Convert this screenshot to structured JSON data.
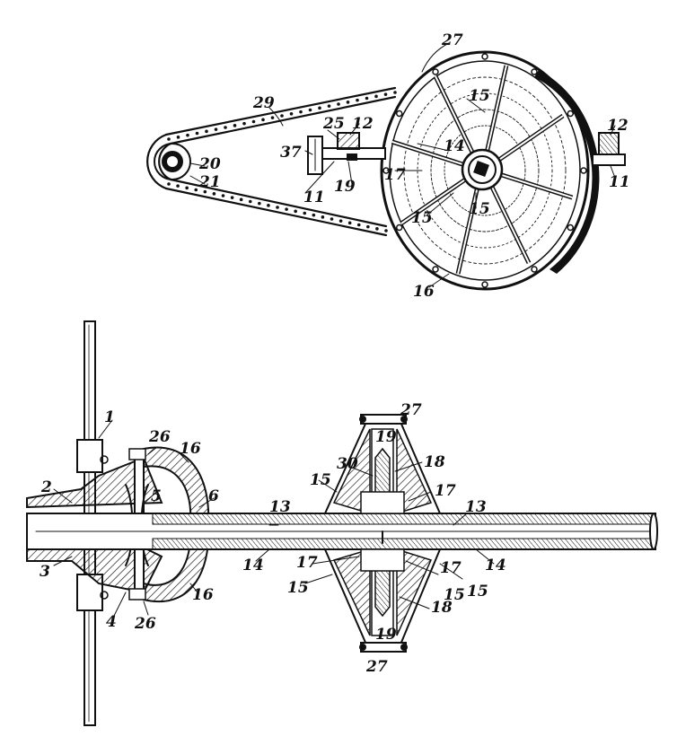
{
  "figure_top": {
    "labels": {
      "l27": "27",
      "l29": "29",
      "l25": "25",
      "l12a": "12",
      "l12b": "12",
      "l37": "37",
      "l20": "20",
      "l21": "21",
      "l11a": "11",
      "l11b": "11",
      "l19": "19",
      "l14": "14",
      "l15a": "15",
      "l15b": "15",
      "l15c": "15",
      "l16": "16",
      "l17": "17"
    }
  },
  "figure_bottom": {
    "labels": {
      "l1": "1",
      "l2": "2",
      "l3": "3",
      "l4": "4",
      "l5": "5",
      "l6": "6",
      "l26a": "26",
      "l26b": "26",
      "l16a": "16",
      "l16b": "16",
      "l13a": "13",
      "l13b": "13",
      "l14a": "14",
      "l14b": "14",
      "l15a": "15",
      "l15b": "15",
      "l15c": "15",
      "l15d": "15",
      "l17a": "17",
      "l17b": "17",
      "l17c": "17",
      "l18a": "18",
      "l18b": "18",
      "l19a": "19",
      "l19b": "19",
      "l27a": "27",
      "l27b": "27",
      "l30": "30"
    }
  },
  "colors": {
    "ink": "#111111",
    "paper": "#ffffff"
  }
}
